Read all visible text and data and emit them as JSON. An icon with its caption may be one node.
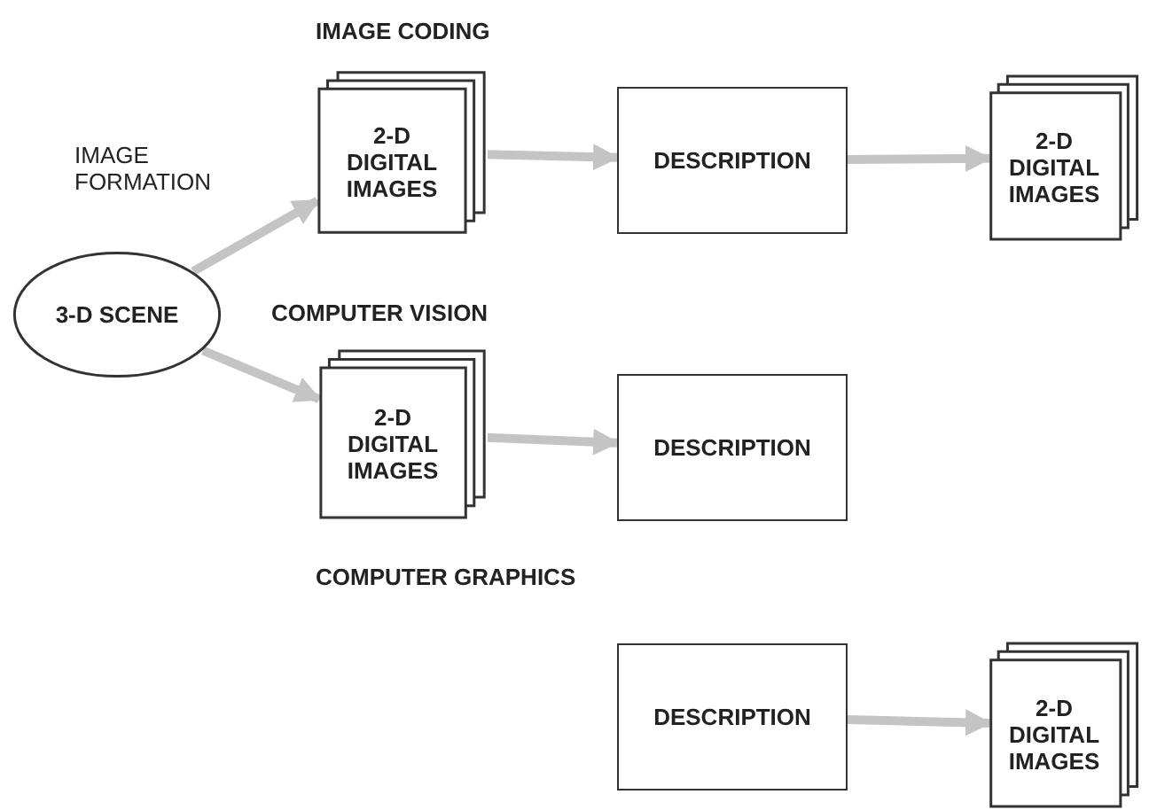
{
  "diagram": {
    "nodes": [
      {
        "text": [
          "3-D SCENE"
        ]
      },
      {
        "text": [
          "2-D DIGITAL IMAGES"
        ]
      },
      {
        "text": [
          "DESCRIPTION"
        ]
      },
      {
        "text": [
          "2-D DIGITAL IMAGES"
        ]
      },
      {
        "text": [
          "2-D DIGITAL IMAGES"
        ]
      },
      {
        "text": [
          "DESCRIPTION"
        ]
      },
      {
        "text": [
          "DESCRIPTION"
        ]
      },
      {
        "text": [
          "2-D DIGITAL IMAGES"
        ]
      }
    ],
    "edges": [
      {
        "from": 0,
        "to": 1,
        "arrow": "to"
      },
      {
        "from": 1,
        "to": 2,
        "arrow": "to"
      },
      {
        "from": 2,
        "to": 3,
        "arrow": "to"
      },
      {
        "from": 0,
        "to": 4,
        "arrow": "to"
      },
      {
        "from": 4,
        "to": 5,
        "arrow": "to"
      },
      {
        "from": 6,
        "to": 7,
        "arrow": "to"
      }
    ],
    "labels": [
      "IMAGE CODING",
      "IMAGE FORMATION",
      "COMPUTER VISION",
      "COMPUTER GRAPHICS"
    ]
  }
}
